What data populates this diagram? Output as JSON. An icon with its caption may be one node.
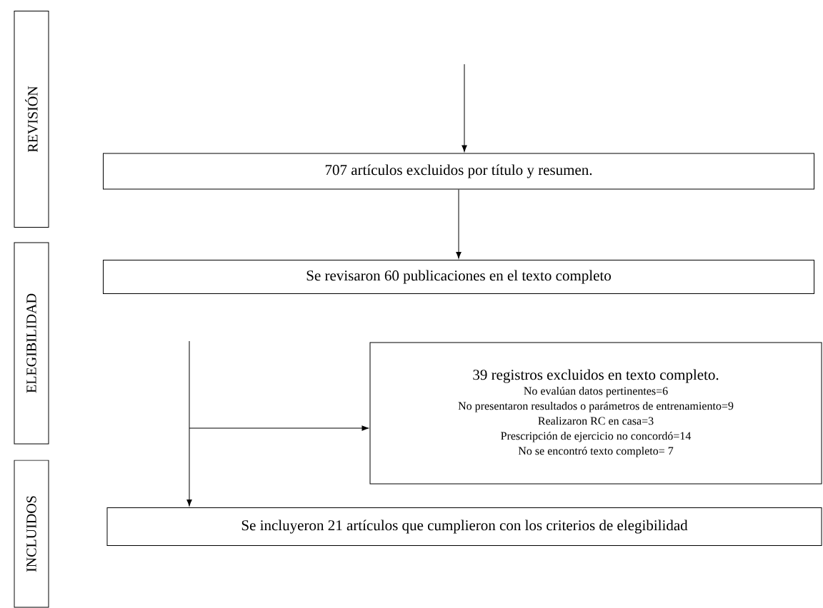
{
  "diagram": {
    "nodes": [
      {
        "text": [
          "REVISIÓN"
        ]
      },
      {
        "text": [
          "ELEGIBILIDAD"
        ]
      },
      {
        "text": [
          "INCLUIDOS"
        ]
      },
      {
        "text": [
          "707 artículos excluidos por título y resumen."
        ]
      },
      {
        "text": [
          "Se revisaron 60 publicaciones en el texto completo"
        ]
      },
      {
        "text": [
          "39 registros excluidos en texto completo.",
          "No evalúan datos pertinentes=6",
          "No presentaron resultados o parámetros de entrenamiento=9",
          "Realizaron RC en casa=3",
          "Prescripción de ejercicio no concordó=14",
          "No se encontró texto completo= 7"
        ]
      },
      {
        "text": [
          "Se incluyeron 21 artículos que cumplieron con los criterios de elegibilidad"
        ]
      }
    ],
    "edges": [
      {
        "from": null,
        "to": 3,
        "arrow": "to"
      },
      {
        "from": 3,
        "to": 4,
        "arrow": "to"
      },
      {
        "from": null,
        "to": 6,
        "arrow": "to"
      },
      {
        "from": null,
        "to": 5,
        "arrow": "to"
      }
    ]
  }
}
